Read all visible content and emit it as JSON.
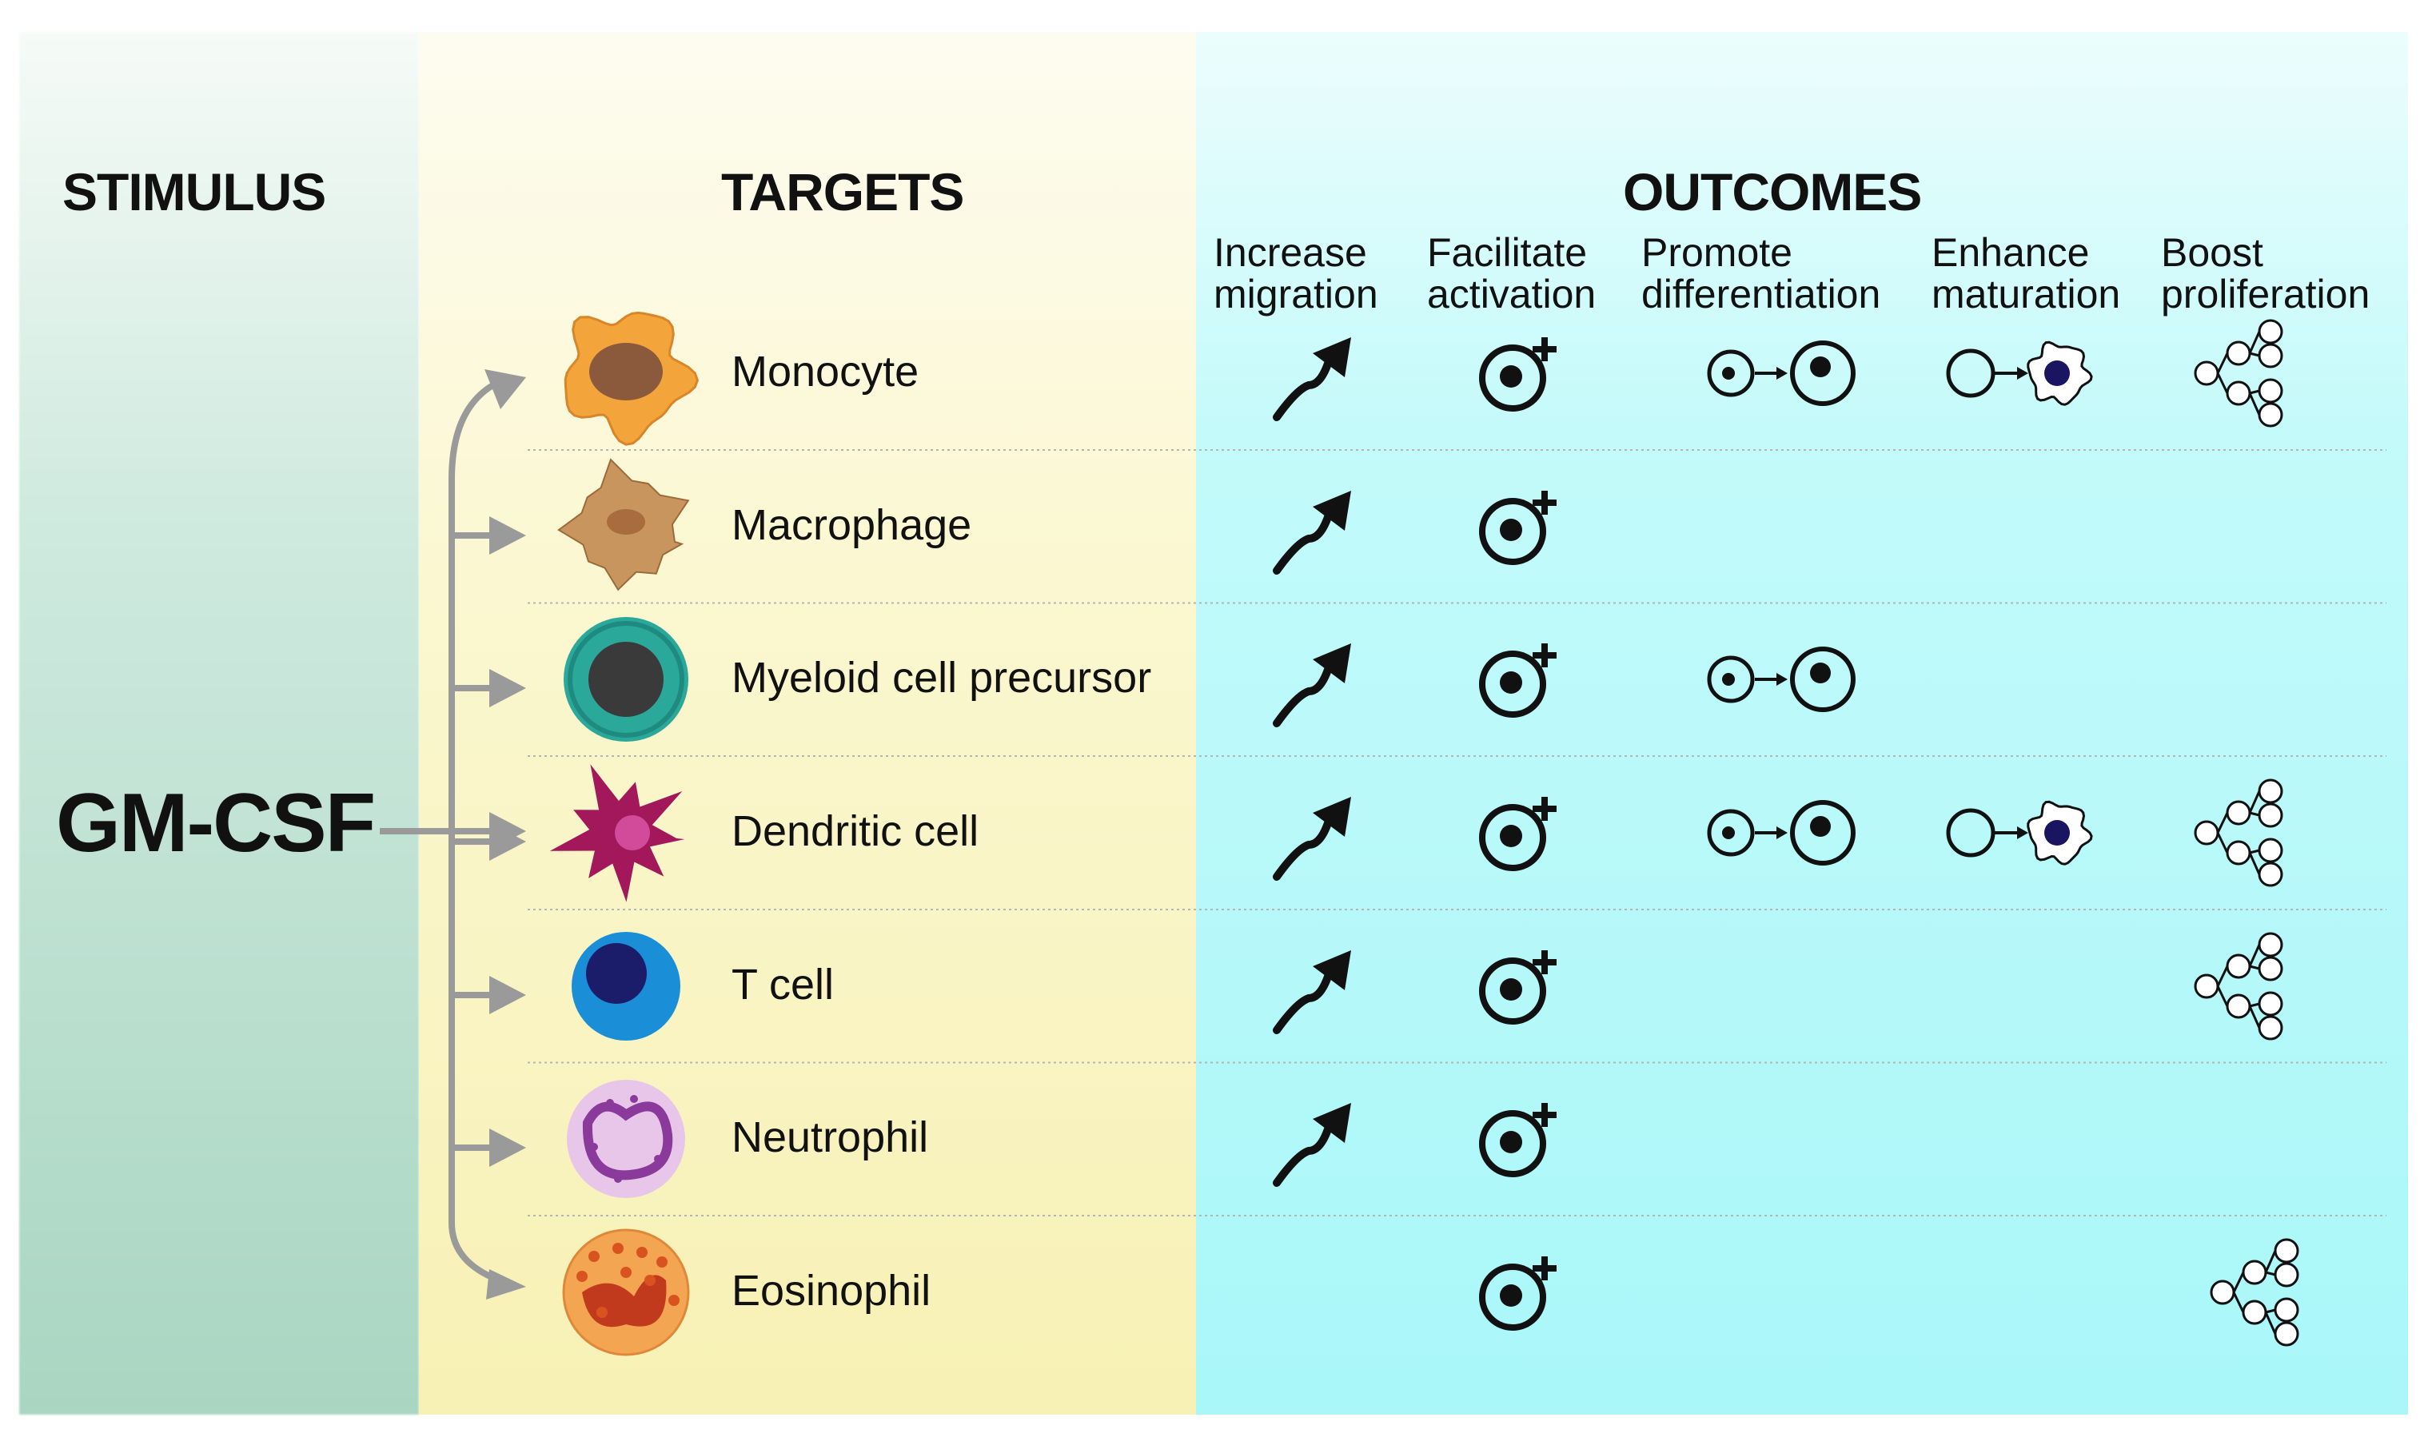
{
  "headings": {
    "stimulus": "STIMULUS",
    "targets": "TARGETS",
    "outcomes": "OUTCOMES"
  },
  "stimulus": {
    "label": "GM-CSF"
  },
  "outcome_columns": [
    {
      "id": "migration",
      "label": "Increase\nmigration"
    },
    {
      "id": "activation",
      "label": "Facilitate\nactivation"
    },
    {
      "id": "differentiation",
      "label": "Promote\ndifferentiation"
    },
    {
      "id": "maturation",
      "label": "Enhance\nmaturation"
    },
    {
      "id": "proliferation",
      "label": "Boost\nproliferation"
    }
  ],
  "targets": [
    {
      "label": "Monocyte",
      "cell_icon": "monocyte-icon",
      "colors": [
        "#f3a43a",
        "#8b5a3c"
      ],
      "outcomes": [
        "migration",
        "activation",
        "differentiation",
        "maturation",
        "proliferation"
      ]
    },
    {
      "label": "Macrophage",
      "cell_icon": "macrophage-icon",
      "colors": [
        "#c9955e",
        "#a86c3e"
      ],
      "outcomes": [
        "migration",
        "activation"
      ]
    },
    {
      "label": "Myeloid cell precursor",
      "cell_icon": "myeloid-precursor-icon",
      "colors": [
        "#2aa89a",
        "#3a3a3a"
      ],
      "outcomes": [
        "migration",
        "activation",
        "differentiation"
      ]
    },
    {
      "label": "Dendritic cell",
      "cell_icon": "dendritic-cell-icon",
      "colors": [
        "#a3185a",
        "#d24a9a"
      ],
      "outcomes": [
        "migration",
        "activation",
        "differentiation",
        "maturation",
        "proliferation"
      ]
    },
    {
      "label": "T cell",
      "cell_icon": "t-cell-icon",
      "colors": [
        "#1a8fd8",
        "#1b1d6b"
      ],
      "outcomes": [
        "migration",
        "activation",
        "proliferation"
      ]
    },
    {
      "label": "Neutrophil",
      "cell_icon": "neutrophil-icon",
      "colors": [
        "#e8c6ea",
        "#8a3a9a"
      ],
      "outcomes": [
        "migration",
        "activation"
      ]
    },
    {
      "label": "Eosinophil",
      "cell_icon": "eosinophil-icon",
      "colors": [
        "#f4a552",
        "#c23a1e"
      ],
      "outcomes": [
        "activation",
        "proliferation"
      ]
    }
  ],
  "colors": {
    "arrow_gray": "#9a9a9a",
    "maturation_nucleus": "#1a1560",
    "text": "#111111"
  }
}
